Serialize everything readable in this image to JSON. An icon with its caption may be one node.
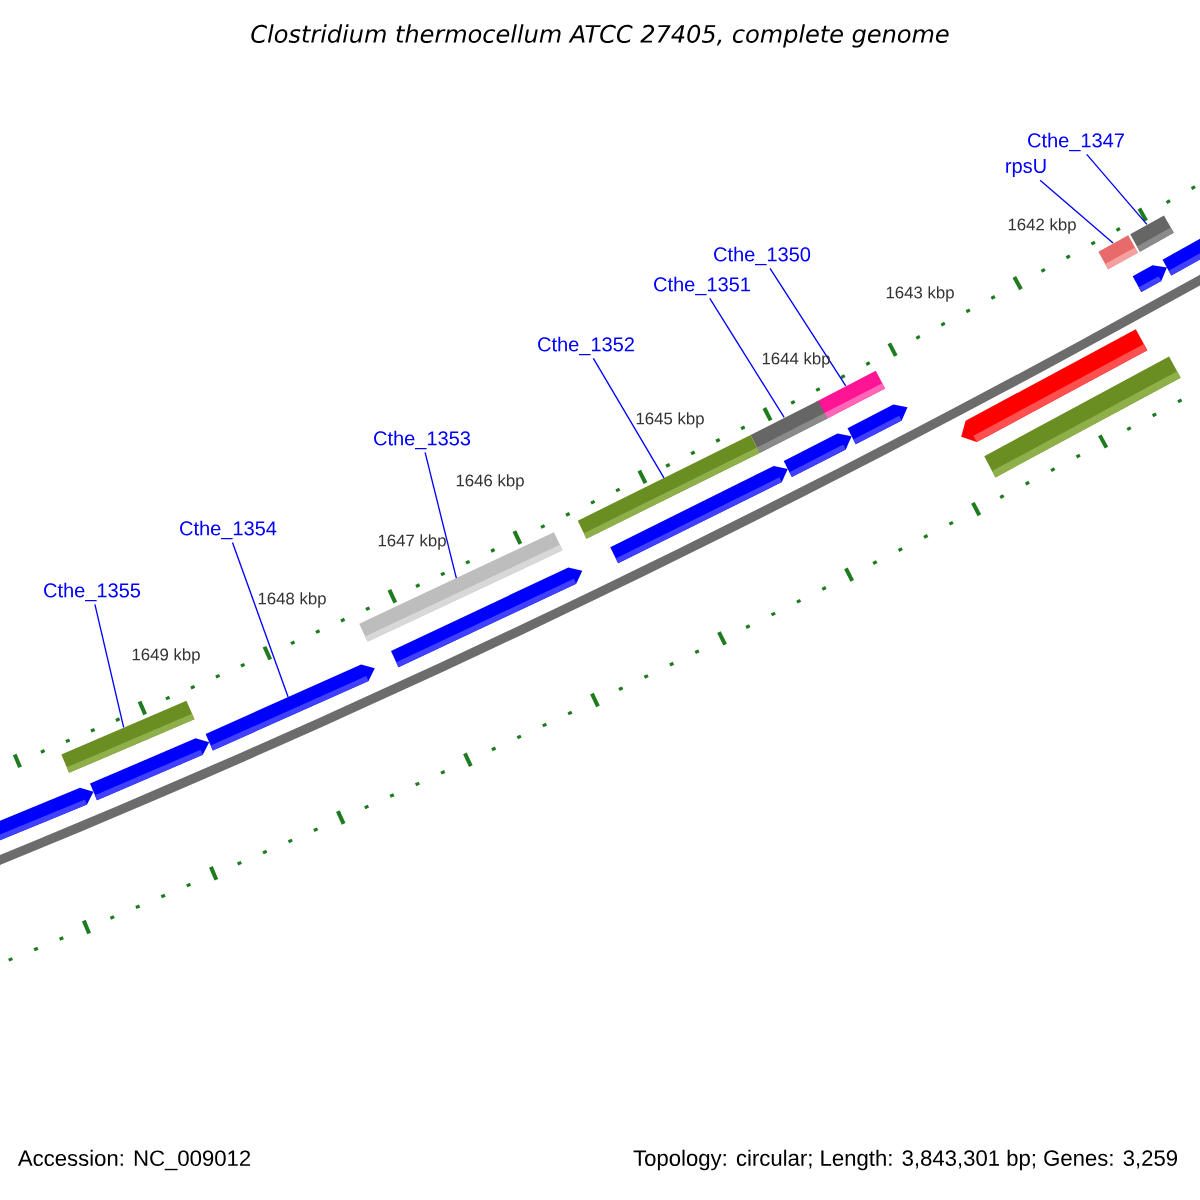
{
  "diagram": {
    "title": "Clostridium thermocellum ATCC 27405, complete genome",
    "nodes": [
      {
        "text": [
          "Cthe_1347"
        ]
      },
      {
        "text": [
          "rpsU"
        ]
      },
      {
        "text": [
          "Cthe_1350"
        ]
      },
      {
        "text": [
          "Cthe_1351"
        ]
      },
      {
        "text": [
          "Cthe_1352"
        ]
      },
      {
        "text": [
          "Cthe_1353"
        ]
      },
      {
        "text": [
          "Cthe_1354"
        ]
      },
      {
        "text": [
          "Cthe_1355"
        ]
      },
      {
        "text": [],
        "shape": "bar"
      },
      {
        "text": [],
        "shape": "bar"
      },
      {
        "text": [],
        "shape": "bar"
      },
      {
        "text": [],
        "shape": "bar"
      },
      {
        "text": [],
        "shape": "bar"
      },
      {
        "text": [],
        "shape": "bar"
      },
      {
        "text": [],
        "shape": "bar"
      },
      {
        "text": [],
        "shape": "bar"
      }
    ],
    "edges": [
      {
        "from": 0,
        "to": 8,
        "arrow": "none"
      },
      {
        "from": 1,
        "to": 9,
        "arrow": "none"
      },
      {
        "from": 2,
        "to": 10,
        "arrow": "none"
      },
      {
        "from": 3,
        "to": 11,
        "arrow": "none"
      },
      {
        "from": 4,
        "to": 12,
        "arrow": "none"
      },
      {
        "from": 5,
        "to": 13,
        "arrow": "none"
      },
      {
        "from": 6,
        "to": 14,
        "arrow": "none"
      },
      {
        "from": 7,
        "to": 15,
        "arrow": "none"
      }
    ],
    "labels": [
      "1649 kbp",
      "1648 kbp",
      "1647 kbp",
      "1646 kbp",
      "1645 kbp",
      "1644 kbp",
      "1643 kbp",
      "1642 kbp",
      "Accession: NC_009012",
      "Topology: circular; Length: 3,843,301 bp; Genes: 3,259"
    ]
  }
}
